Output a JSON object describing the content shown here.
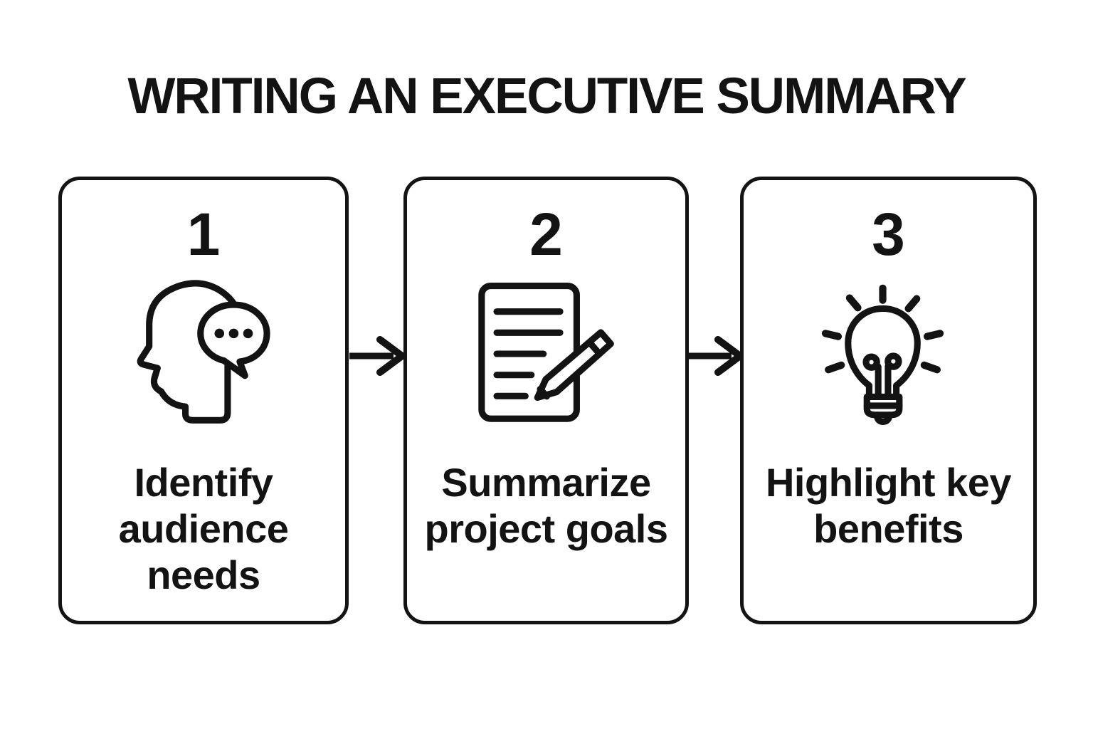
{
  "title": "WRITING AN EXECUTIVE SUMMARY",
  "colors": {
    "ink": "#131313",
    "background": "#ffffff"
  },
  "steps": [
    {
      "number": "1",
      "icon": "head-speech-bubble-icon",
      "label": "Identify audience needs"
    },
    {
      "number": "2",
      "icon": "document-pencil-icon",
      "label": "Summarize project goals"
    },
    {
      "number": "3",
      "icon": "lightbulb-icon",
      "label": "Highlight key benefits"
    }
  ],
  "connectors": [
    {
      "from": "1",
      "to": "2",
      "type": "arrow-right"
    },
    {
      "from": "2",
      "to": "3",
      "type": "arrow-right"
    }
  ]
}
